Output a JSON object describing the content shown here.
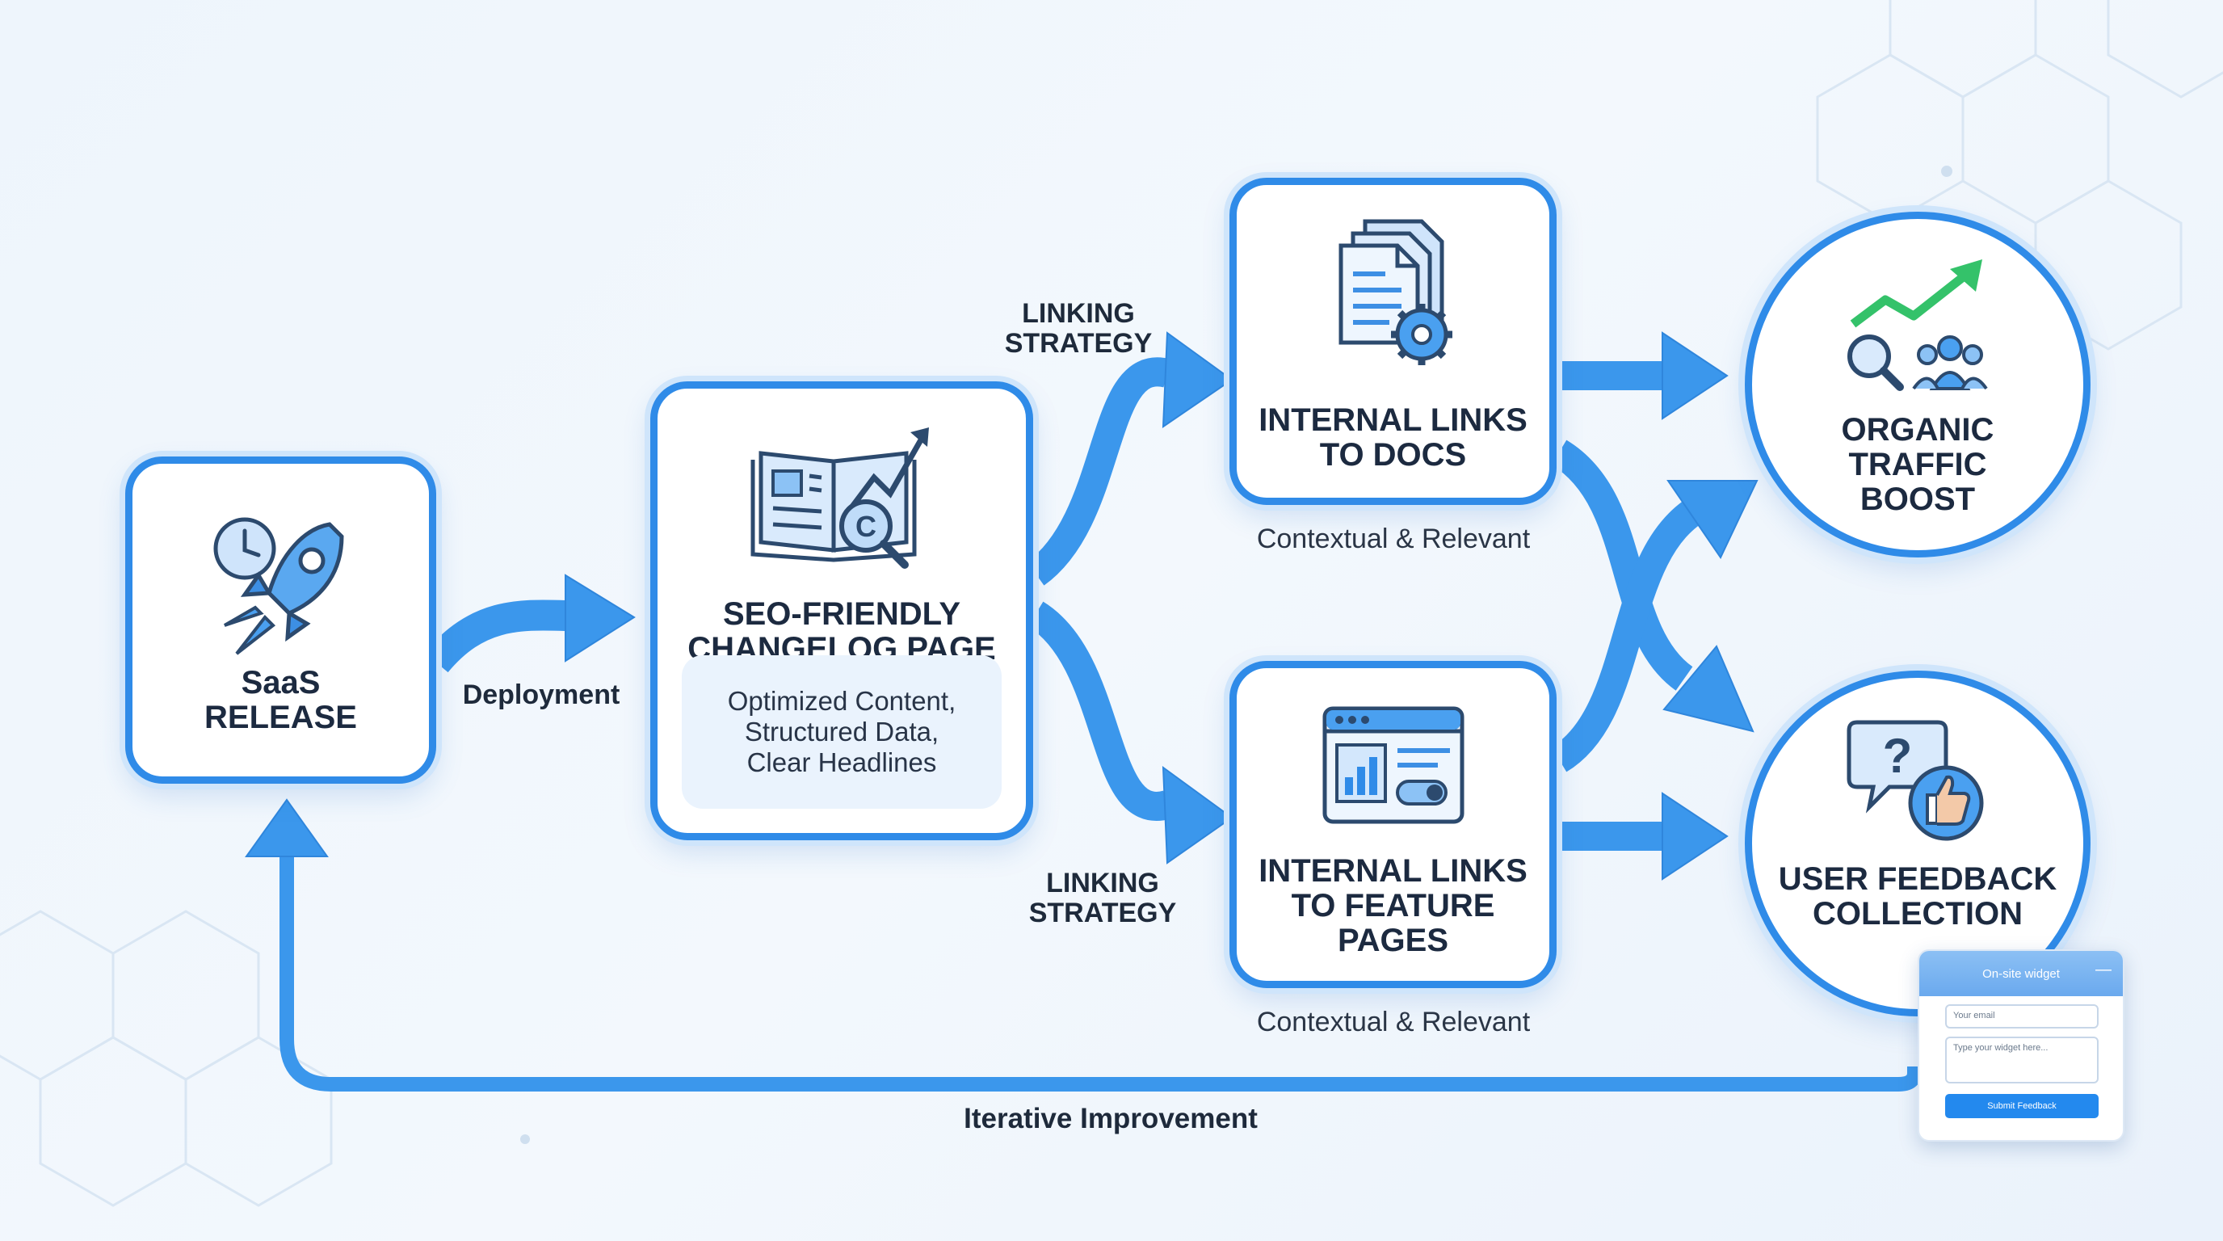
{
  "nodes": {
    "saas_release": {
      "title": "SaaS\nRELEASE"
    },
    "changelog": {
      "title": "SEO-FRIENDLY\nCHANGELOG PAGE",
      "details": "Optimized Content,\nStructured Data,\nClear Headlines"
    },
    "docs": {
      "title": "INTERNAL LINKS\nTO DOCS",
      "note": "Contextual & Relevant"
    },
    "features": {
      "title": "INTERNAL LINKS\nTO FEATURE\nPAGES",
      "note": "Contextual & Relevant"
    },
    "traffic": {
      "title": "ORGANIC\nTRAFFIC\nBOOST"
    },
    "feedback": {
      "title": "USER FEEDBACK\nCOLLECTION"
    }
  },
  "edges": {
    "deployment": "Deployment",
    "linking_top": "LINKING\nSTRATEGY",
    "linking_bottom": "LINKING\nSTRATEGY",
    "iterative": "Iterative Improvement"
  },
  "widget": {
    "title": "On-site widget",
    "minimize": "—",
    "email_placeholder": "Your email",
    "message_placeholder": "Type your widget here...",
    "submit_label": "Submit Feedback"
  },
  "colors": {
    "accent": "#2f8be8",
    "arrow": "#3b97ec",
    "halo": "#cfe5fb",
    "bg": "#eef5fc",
    "growth": "#34c26a"
  }
}
